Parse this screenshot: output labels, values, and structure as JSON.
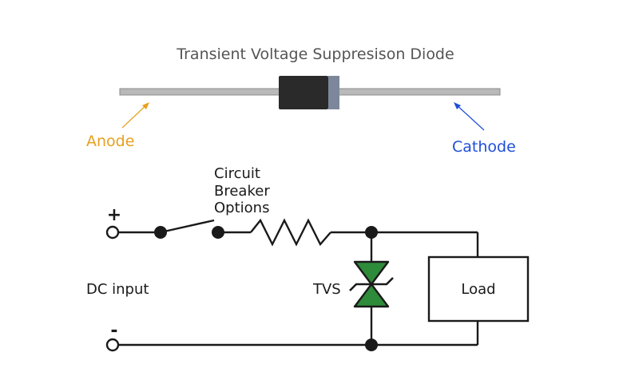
{
  "title": "Transient Voltage Suppresison Diode",
  "component": {
    "anode_label": "Anode",
    "cathode_label": "Cathode"
  },
  "circuit": {
    "breaker_label": [
      "Circuit",
      "Breaker",
      "Options"
    ],
    "positive_sign": "+",
    "negative_sign": "-",
    "input_label": "DC input",
    "tvs_label": "TVS",
    "load_label": "Load"
  },
  "colors": {
    "anode": "#e8a020",
    "cathode": "#1f4fd8",
    "tvs_fill": "#2e8b3a",
    "diode_body": "#2a2a2a",
    "diode_band": "#7d879c",
    "lead": "#b9b9b9"
  }
}
